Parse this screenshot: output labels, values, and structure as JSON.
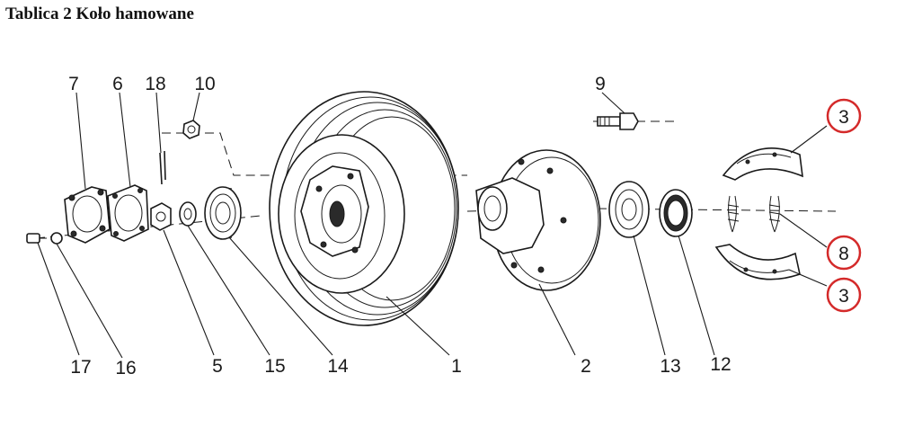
{
  "title": "Tablica 2 Koło hamowane",
  "labels": {
    "top": [
      "7",
      "6",
      "18",
      "10",
      "9"
    ],
    "bottom": [
      "17",
      "16",
      "5",
      "15",
      "14",
      "1",
      "2",
      "13",
      "12"
    ],
    "highlighted": [
      "3",
      "8",
      "3"
    ]
  },
  "colors": {
    "highlight": "#d42a2a",
    "line": "#1a1a1a"
  }
}
